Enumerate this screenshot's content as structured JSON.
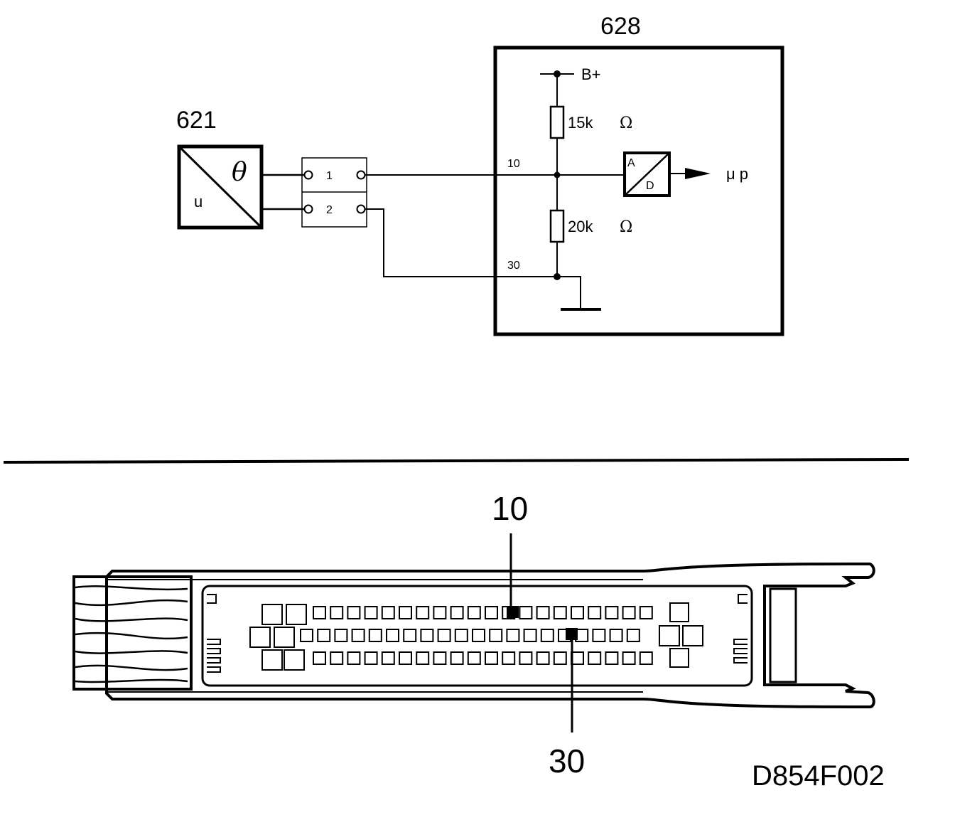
{
  "schematic": {
    "sensor": {
      "id": "621",
      "symbol": "θ",
      "u_label": "u"
    },
    "connector": {
      "pin1": "1",
      "pin2": "2"
    },
    "ecu": {
      "id": "628",
      "supply": "B+",
      "resistor_top": "15k",
      "resistor_bottom": "20k",
      "ohm": "Ω",
      "pin_signal": "10",
      "pin_ground": "30",
      "adc_a": "A",
      "adc_d": "D",
      "output": "μ p"
    }
  },
  "connector_view": {
    "pin_top_label": "10",
    "pin_bottom_label": "30"
  },
  "figure_code": "D854F002",
  "colors": {
    "ink": "#000000",
    "paper": "#ffffff"
  }
}
